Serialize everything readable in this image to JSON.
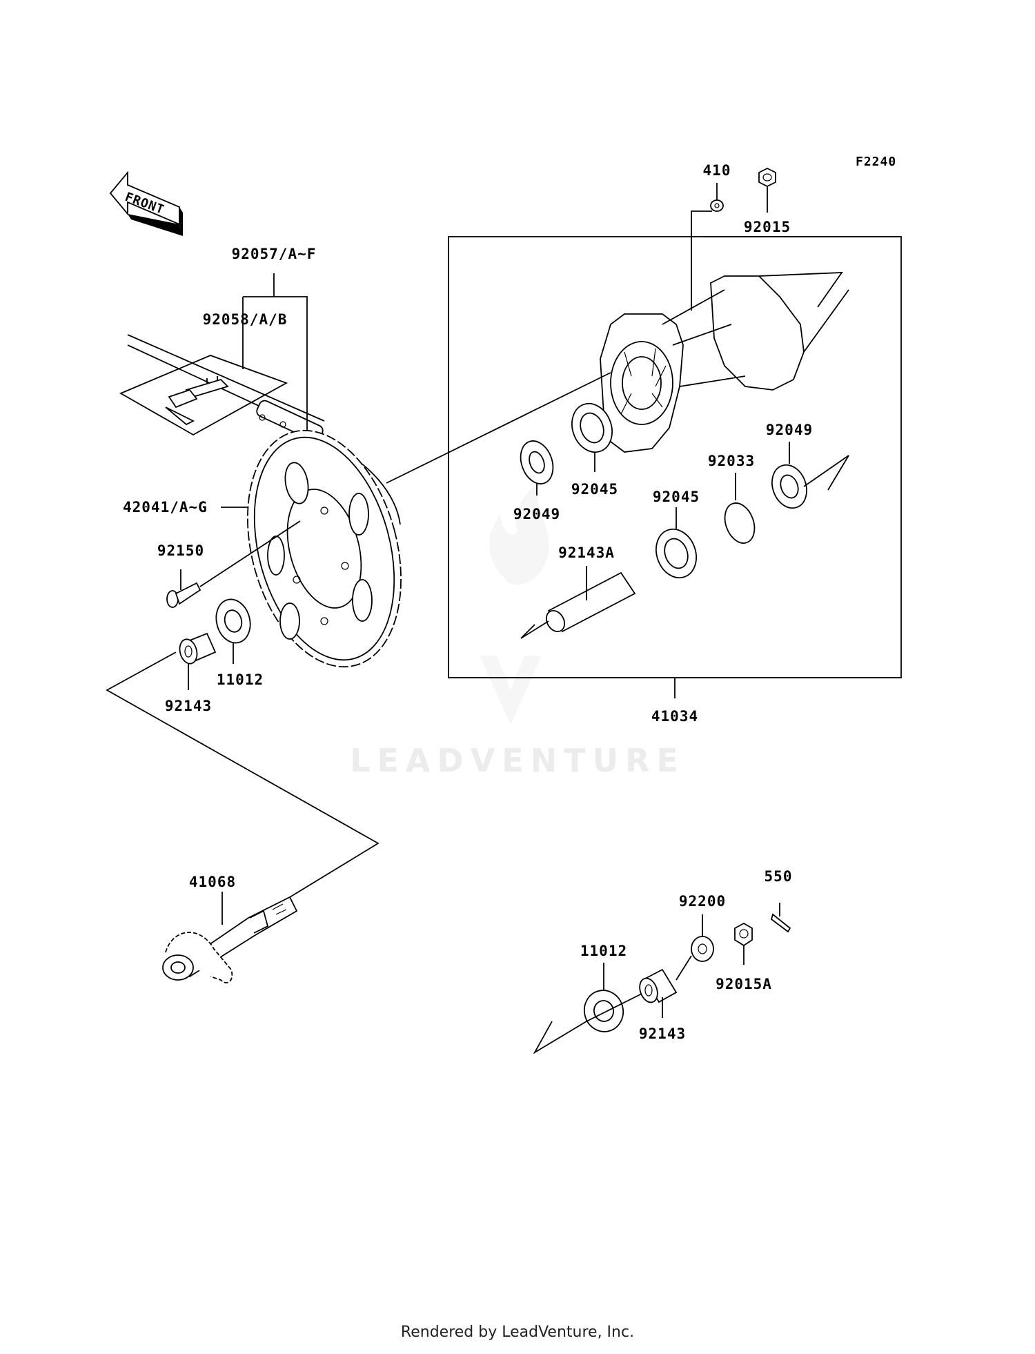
{
  "diagram_code": "F2240",
  "front_arrow_label": "FRONT",
  "labels": {
    "p410": "410",
    "p92015": "92015",
    "p92057": "92057/A~F",
    "p92058": "92058/A/B",
    "p92049_right": "92049",
    "p92033": "92033",
    "p92045_top": "92045",
    "p92049_left": "92049",
    "p92045_mid": "92045",
    "p42041": "42041/A~G",
    "p92143A": "92143A",
    "p92150": "92150",
    "p11012_top": "11012",
    "p92143_top": "92143",
    "p41034": "41034",
    "p41068": "41068",
    "p550": "550",
    "p92200": "92200",
    "p11012_bot": "11012",
    "p92015A": "92015A",
    "p92143_bot": "92143"
  },
  "watermark": "LEADVENTURE",
  "footer": "Rendered by LeadVenture, Inc."
}
